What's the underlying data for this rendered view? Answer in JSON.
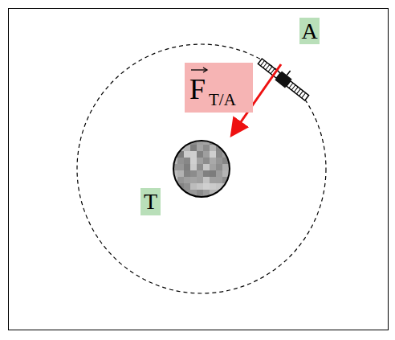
{
  "diagram": {
    "labels": [
      "A",
      "F",
      "T/A",
      "T"
    ]
  }
}
